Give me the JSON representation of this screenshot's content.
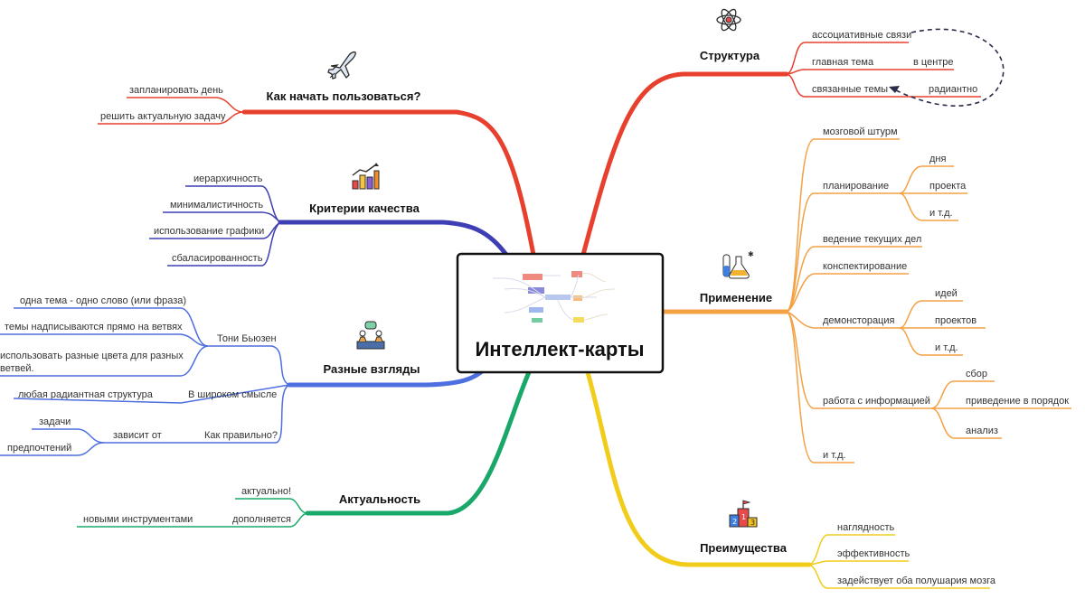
{
  "center": {
    "title": "Интеллект-карты"
  },
  "colors": {
    "red": "#e8402e",
    "indigo": "#3f3fb5",
    "blue": "#4d6fe0",
    "green": "#1aa86a",
    "orange": "#f4a144",
    "yellow": "#f2cc1a",
    "dash": "#2b2b4a"
  },
  "branches": {
    "start": {
      "title": "Как начать пользоваться?",
      "icon": "airplane-icon",
      "items": [
        "запланировать день",
        "решить актуальную задачу"
      ]
    },
    "criteria": {
      "title": "Критерии качества",
      "icon": "bar-chart-icon",
      "items": [
        "иерархичность",
        "минималистичность",
        "использование графики",
        "сбаласированность"
      ]
    },
    "views": {
      "title": "Разные взгляды",
      "icon": "discussion-icon",
      "buzan": {
        "label": "Тони Бьюзен",
        "items": [
          "одна тема - одно слово (или фраза)",
          "темы надписываются прямо на ветвях",
          "использовать разные цвета для разных",
          "ветвей."
        ]
      },
      "broad": {
        "label": "В широком смысле",
        "item": "любая радиантная структура"
      },
      "right": {
        "label": "Как правильно?",
        "depends": "зависит от",
        "items": [
          "задачи",
          "предпочтений"
        ]
      }
    },
    "relevance": {
      "title": "Актуальность",
      "items": [
        "актуально!",
        "дополняется"
      ],
      "sub": "новыми инструментами"
    },
    "structure": {
      "title": "Структура",
      "icon": "atom-icon",
      "items": [
        "ассоциативные связи",
        "главная тема",
        "связанные темы"
      ],
      "subs": [
        "в центре",
        "радиантно"
      ]
    },
    "application": {
      "title": "Применение",
      "icon": "lab-flask-icon",
      "items": [
        "мозговой штурм",
        "планирование",
        "ведение текущих дел",
        "конспектирование",
        "демонсторация",
        "работа с информацией",
        "и т.д."
      ],
      "planning": [
        "дня",
        "проекта",
        "и т.д."
      ],
      "demo": [
        "идей",
        "проектов",
        "и т.д."
      ],
      "info": [
        "сбор",
        "приведение в порядок",
        "анализ"
      ]
    },
    "advantages": {
      "title": "Преимущества",
      "icon": "podium-icon",
      "items": [
        "наглядность",
        "эффективность",
        "задействует оба полушария мозга"
      ],
      "podium": [
        "1",
        "2",
        "3"
      ]
    }
  }
}
